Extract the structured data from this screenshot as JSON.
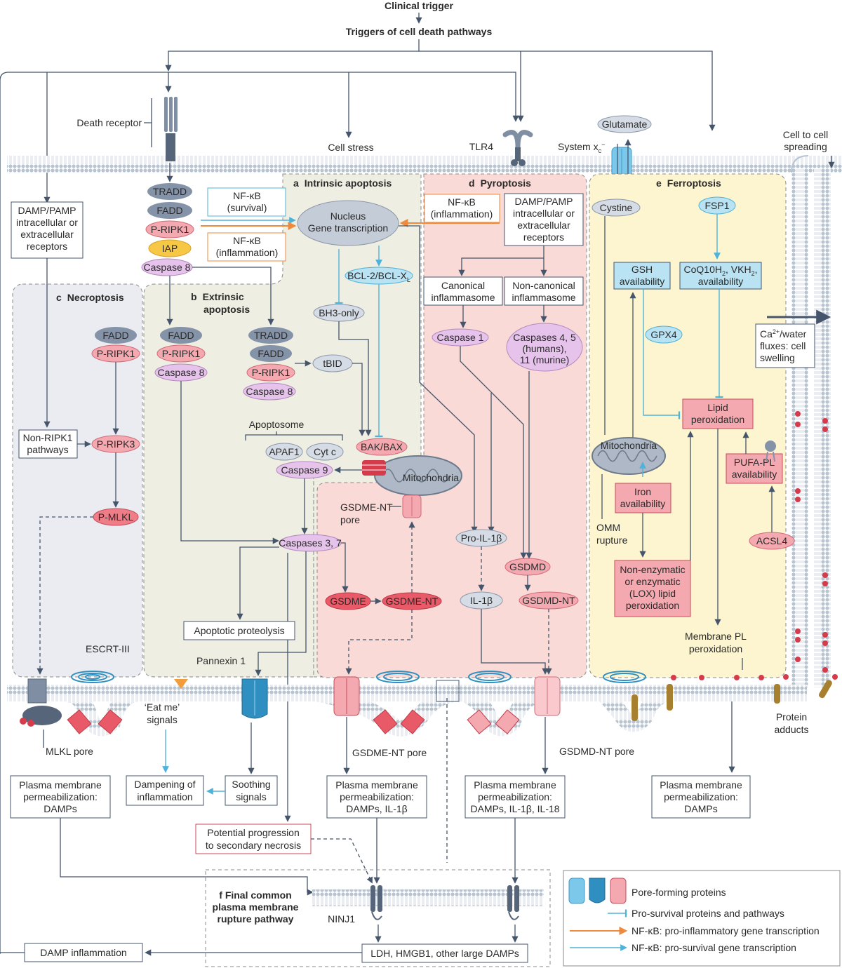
{
  "header": {
    "clinical_trigger": "Clinical trigger",
    "triggers": "Triggers of cell death pathways"
  },
  "membrane": {
    "death_receptor": "Death receptor",
    "cell_stress": "Cell stress",
    "tlr4": "TLR4",
    "system_xc": "System x",
    "system_xc_sub": "c",
    "system_xc_sup": "−",
    "glutamate": "Glutamate",
    "cell_to_cell": [
      "Cell to cell",
      "spreading"
    ]
  },
  "panels": {
    "a": {
      "letter": "a",
      "title": "Intrinsic apoptosis"
    },
    "b": {
      "letter": "b",
      "title": [
        "Extrinsic",
        "apoptosis"
      ]
    },
    "c": {
      "letter": "c",
      "title": "Necroptosis"
    },
    "d": {
      "letter": "d",
      "title": "Pyroptosis"
    },
    "e": {
      "letter": "e",
      "title": "Ferroptosis"
    },
    "f": {
      "title": [
        "f Final common",
        "plasma membrane",
        "rupture pathway"
      ]
    }
  },
  "complex_top": [
    "TRADD",
    "FADD",
    "P-RIPK1",
    "IAP",
    "Caspase 8"
  ],
  "nfkb": {
    "survival": [
      "NF-κB",
      "(survival)"
    ],
    "inflammation": [
      "NF-κB",
      "(inflammation)"
    ],
    "nucleus": [
      "Nucleus",
      "Gene transcription"
    ],
    "pyro_inflammation": [
      "NF-κB",
      "(inflammation)"
    ]
  },
  "damp_receptors_left": [
    "DAMP/PAMP",
    "intracellular or",
    "extracellular",
    "receptors"
  ],
  "damp_receptors_pyro": [
    "DAMP/PAMP",
    "intracellular or",
    "extracellular",
    "receptors"
  ],
  "necroptosis": {
    "fadd": "FADD",
    "pripk1": "P-RIPK1",
    "non_ripk1": [
      "Non-RIPK1",
      "pathways"
    ],
    "pripk3": "P-RIPK3",
    "pmlkl": "P-MLKL",
    "escrt": "ESCRT-III",
    "mlkl_pore": "MLKL pore"
  },
  "extrinsic": {
    "fadd": "FADD",
    "pripk1": "P-RIPK1",
    "casp8": "Caspase 8",
    "tradd2": "TRADD",
    "fadd2": "FADD",
    "pripk1_2": "P-RIPK1",
    "casp8_2": "Caspase 8",
    "tbid": "tBID",
    "apoptosome": "Apoptosome",
    "apaf1": "APAF1",
    "cytc": "Cyt c",
    "casp9": "Caspase 9",
    "casp37": "Caspases 3, 7",
    "proteolysis": "Apoptotic proteolysis",
    "pannexin": "Pannexin 1",
    "eat_me": [
      "‘Eat me’",
      "signals"
    ]
  },
  "intrinsic": {
    "bcl2": "BCL-2/BCL-X",
    "bcl2_sub": "L",
    "bh3": "BH3-only",
    "bakbax": "BAK/BAX",
    "mito": "Mitochondria"
  },
  "pyroptosis": {
    "canonical": [
      "Canonical",
      "inflammasome"
    ],
    "noncanonical": [
      "Non-canonical",
      "inflammasome"
    ],
    "casp1": "Caspase 1",
    "casp45": [
      "Caspases 4, 5",
      "(humans),",
      "11 (murine)"
    ],
    "gsdme_nt_pore_top": [
      "GSDME-NT",
      "pore"
    ],
    "proil1b": "Pro-IL-1β",
    "il1b": "IL-1β",
    "gsdmd": "GSDMD",
    "gsdmd_nt": "GSDMD-NT",
    "gsdme": "GSDME",
    "gsdme_nt": "GSDME-NT",
    "gsdme_nt_pore": "GSDME-NT pore",
    "gsdmd_nt_pore": "GSDMD-NT pore"
  },
  "ferroptosis": {
    "cystine": "Cystine",
    "fsp1": "FSP1",
    "gsh": [
      "GSH",
      "availability"
    ],
    "coq": [
      "CoQ10H",
      "2",
      ", VKH",
      "2",
      ","
    ],
    "coq_line2": "availability",
    "gpx4": "GPX4",
    "lipid_perox": [
      "Lipid",
      "peroxidation"
    ],
    "mito": "Mitochondria",
    "omm": [
      "OMM",
      "rupture"
    ],
    "iron": [
      "Iron",
      "availability"
    ],
    "pufa": [
      "PUFA-PL",
      "availability"
    ],
    "acsl4": "ACSL4",
    "nonenz": [
      "Non-enzymatic",
      "or enzymatic",
      "(LOX) lipid",
      "peroxidation"
    ],
    "membrane_pl": [
      "Membrane PL",
      "peroxidation"
    ],
    "ca_water": [
      "Ca",
      "2+",
      "/water",
      "fluxes: cell",
      "swelling"
    ],
    "protein_adducts": [
      "Protein",
      "adducts"
    ]
  },
  "outcomes": {
    "pm_perm_necro": [
      "Plasma membrane",
      "permeabilization:",
      "DAMPs"
    ],
    "dampening": [
      "Dampening of",
      "inflammation"
    ],
    "soothing": [
      "Soothing",
      "signals"
    ],
    "pm_perm_gsdme": [
      "Plasma membrane",
      "permeabilization:",
      "DAMPs, IL-1β"
    ],
    "pm_perm_gsdmd": [
      "Plasma membrane",
      "permeabilization:",
      "DAMPs, IL-1β, IL-18"
    ],
    "pm_perm_ferro": [
      "Plasma membrane",
      "permeabilization:",
      "DAMPs"
    ],
    "secondary_necrosis": [
      "Potential progression",
      "to secondary necrosis"
    ],
    "ninj1": "NINJ1",
    "ldh": "LDH, HMGB1, other large DAMPs",
    "damp_inflammation": "DAMP inflammation"
  },
  "legend": {
    "pores": "Pore-forming proteins",
    "prosurvival": "Pro-survival proteins and pathways",
    "nfkb_inflam": "NF-κB: pro-inflammatory gene transcription",
    "nfkb_surv": "NF-κB: pro-survival gene transcription"
  },
  "colors": {
    "membrane": "#c9d3de",
    "necroptosis_bg": "#eaecf1",
    "apoptosis_bg": "#eeeee2",
    "pyroptosis_bg": "#fadad6",
    "ferroptosis_bg": "#fdf5d0",
    "pink": "#f4a9b0",
    "purple": "#e5c3ea",
    "grey_node": "#b5bfcd",
    "blue_node": "#b9e3f3",
    "orange_arrow": "#ef8a3c",
    "blue_arrow": "#4fb3d9"
  }
}
